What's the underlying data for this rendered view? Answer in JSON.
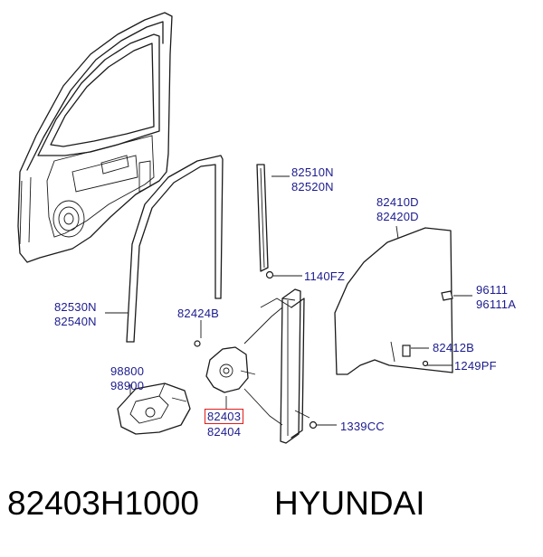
{
  "callouts": {
    "regulator_runner_front": [
      "82510N",
      "82520N"
    ],
    "door_glass": [
      "82410D",
      "82420D"
    ],
    "bolt_runner": "1140FZ",
    "sticker": [
      "96111",
      "96111A"
    ],
    "weatherstrip": [
      "82530N",
      "82540N"
    ],
    "bolt_regulator": "82424B",
    "glass_clamp": "82412B",
    "grommet": "1249PF",
    "motor": [
      "98800",
      "98900"
    ],
    "regulator_highlight": "82403",
    "regulator_alt": "82404",
    "bolt_bottom": "1339CC"
  },
  "footer": {
    "part_number": "82403H1000",
    "brand": "HYUNDAI"
  },
  "colors": {
    "label": "#1b1b8f",
    "highlight_border": "#e11b1b",
    "line": "#1a1a1a"
  }
}
